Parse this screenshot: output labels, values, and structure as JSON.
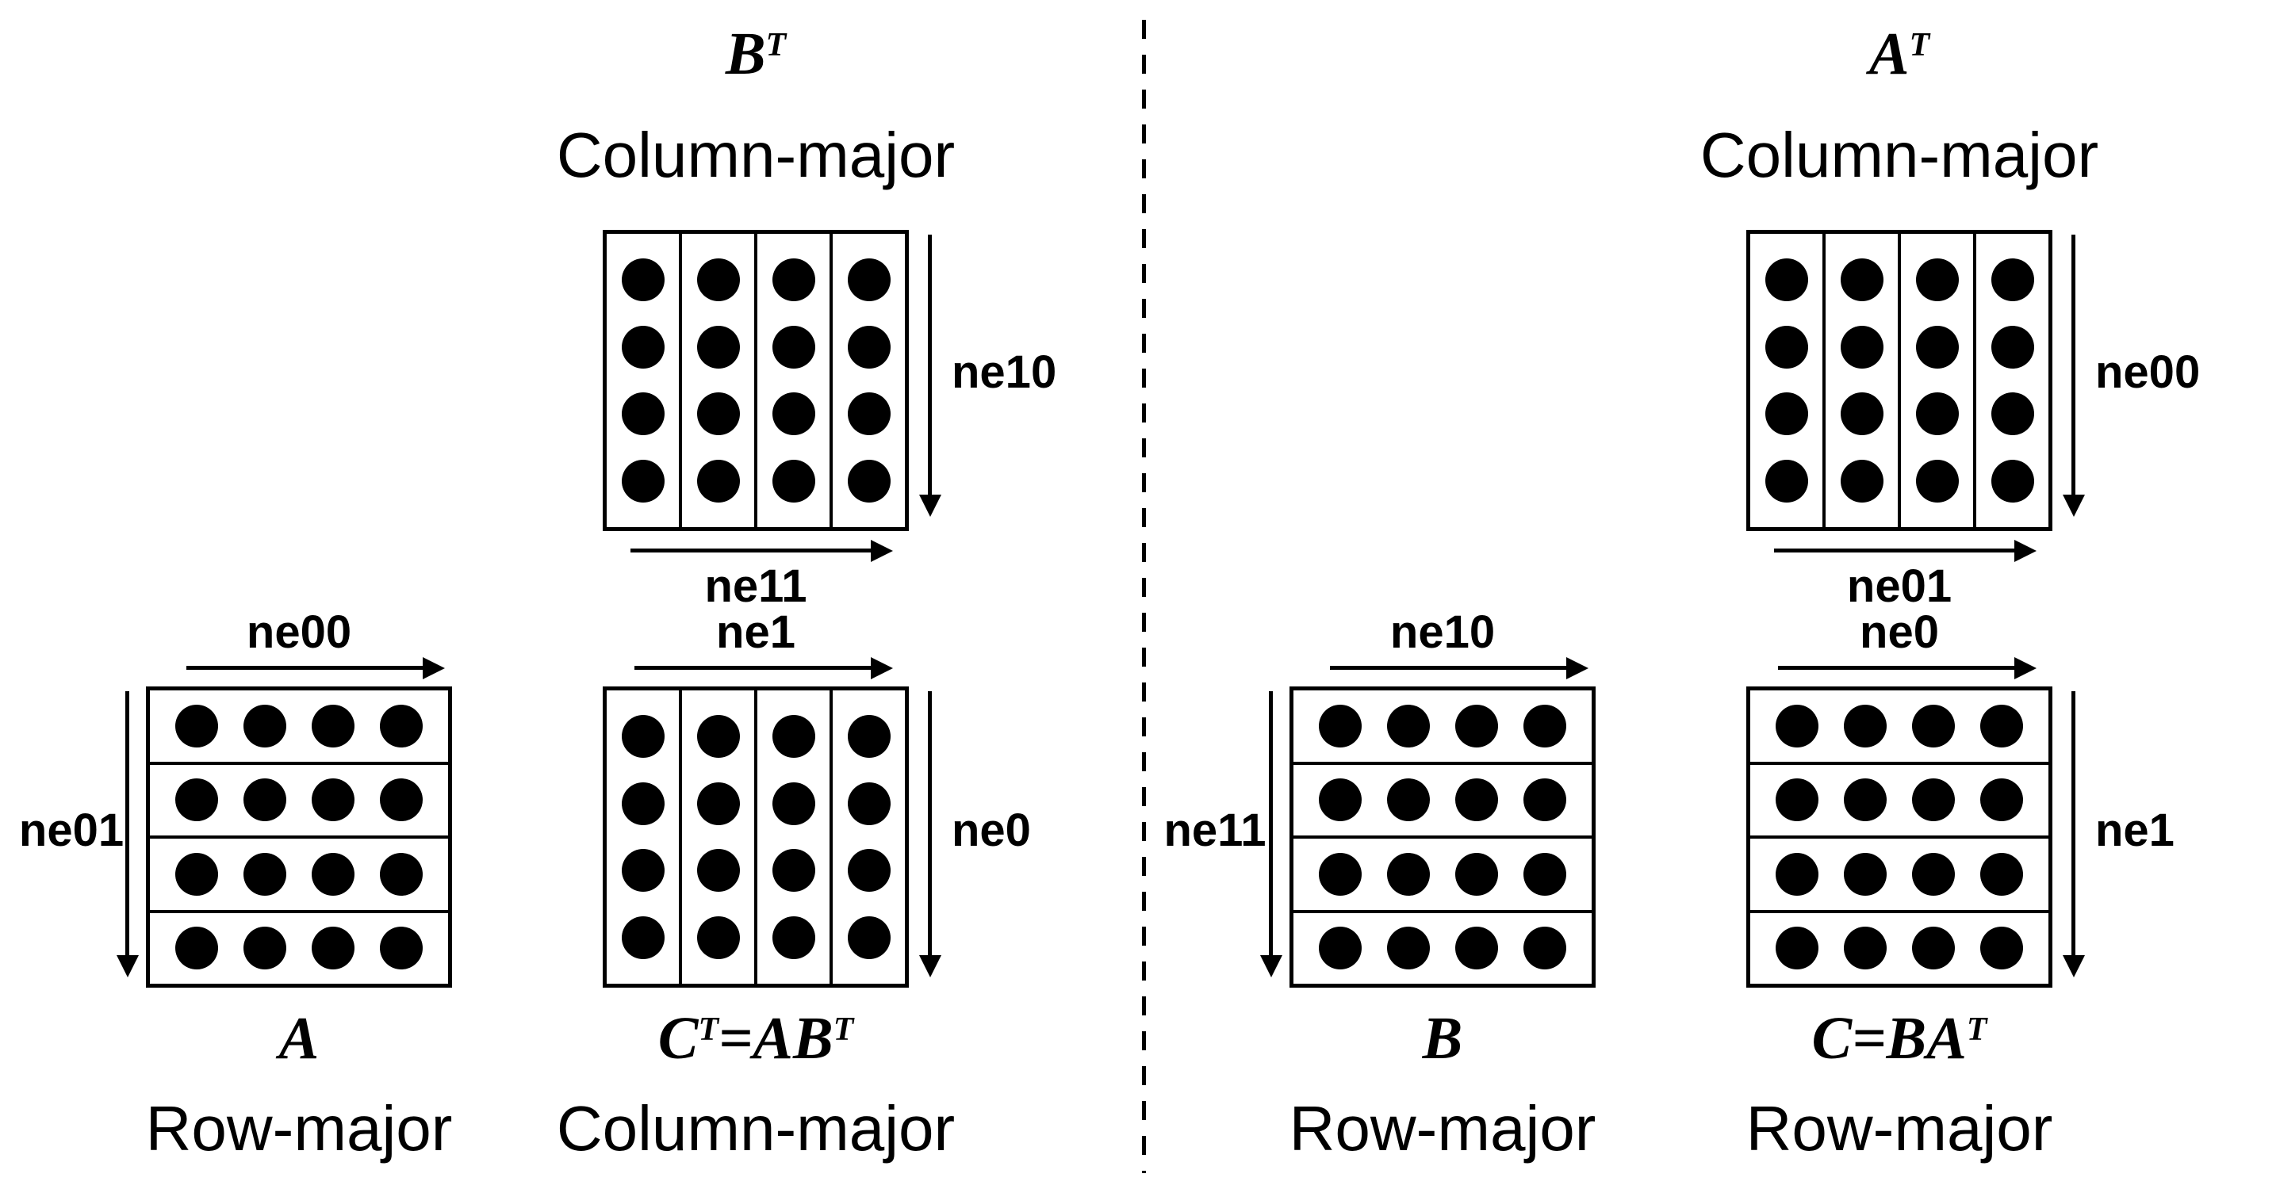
{
  "panels": {
    "bt": {
      "title": {
        "p1": "B",
        "s1": "T"
      },
      "layout": "Column-major",
      "orientation": "column",
      "rows": 4,
      "cols": 4,
      "labels": {
        "right": "ne10",
        "bottom": "ne11"
      }
    },
    "a": {
      "title": {
        "p1": "A"
      },
      "layout": "Row-major",
      "orientation": "row",
      "rows": 4,
      "cols": 4,
      "labels": {
        "top": "ne00",
        "left": "ne01"
      }
    },
    "ct": {
      "title": {
        "p1": "C",
        "s1": "T",
        "p2": "=AB",
        "s2": "T"
      },
      "layout": "Column-major",
      "orientation": "column",
      "rows": 4,
      "cols": 4,
      "labels": {
        "top": "ne1",
        "right": "ne0"
      }
    },
    "at": {
      "title": {
        "p1": "A",
        "s1": "T"
      },
      "layout": "Column-major",
      "orientation": "column",
      "rows": 4,
      "cols": 4,
      "labels": {
        "right": "ne00",
        "bottom": "ne01"
      }
    },
    "b": {
      "title": {
        "p1": "B"
      },
      "layout": "Row-major",
      "orientation": "row",
      "rows": 4,
      "cols": 4,
      "labels": {
        "top": "ne10",
        "left": "ne11"
      }
    },
    "c": {
      "title": {
        "p1": "C=BA",
        "s1": "T"
      },
      "layout": "Row-major",
      "orientation": "row",
      "rows": 4,
      "cols": 4,
      "labels": {
        "top": "ne0",
        "right": "ne1"
      }
    }
  },
  "colors": {
    "ink": "#000000",
    "background": "#ffffff"
  }
}
